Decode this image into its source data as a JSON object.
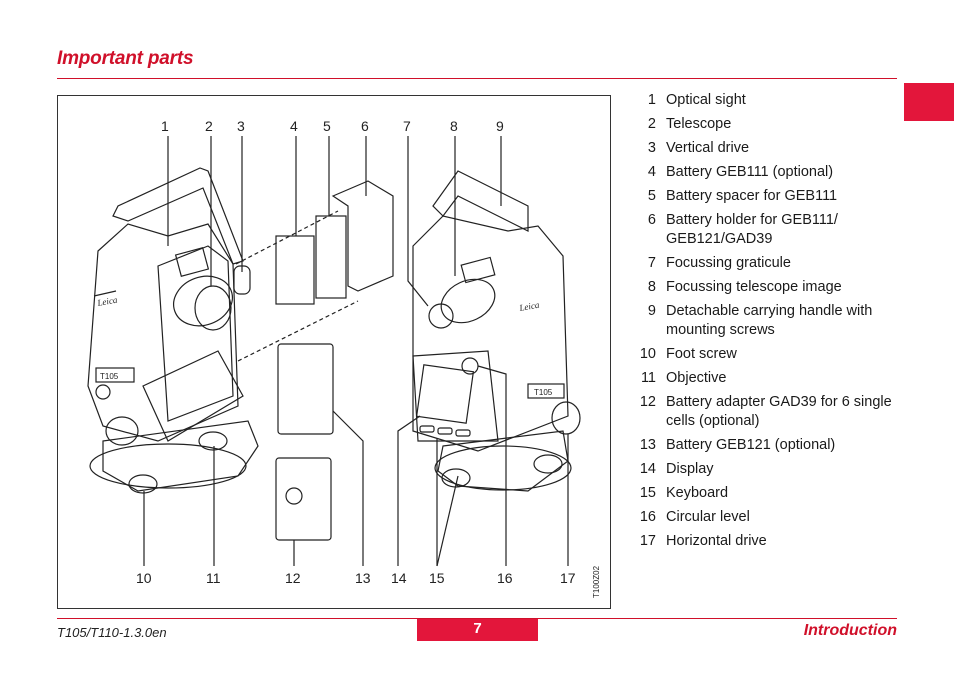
{
  "header": {
    "title": "Important parts"
  },
  "figure": {
    "top_callouts": [
      "1",
      "2",
      "3",
      "4",
      "5",
      "6",
      "7",
      "8",
      "9"
    ],
    "bottom_callouts": [
      "10",
      "11",
      "12",
      "13",
      "14",
      "15",
      "16",
      "17"
    ],
    "code": "T100Z02",
    "brand": "Leica",
    "model": "T105"
  },
  "legend": [
    {
      "num": "1",
      "text": "Optical sight"
    },
    {
      "num": "2",
      "text": "Telescope"
    },
    {
      "num": "3",
      "text": "Vertical drive"
    },
    {
      "num": "4",
      "text": "Battery GEB111 (optional)"
    },
    {
      "num": "5",
      "text": "Battery spacer for GEB111"
    },
    {
      "num": "6",
      "text": "Battery holder for GEB111/ GEB121/GAD39"
    },
    {
      "num": "7",
      "text": "Focussing graticule"
    },
    {
      "num": "8",
      "text": "Focussing telescope image"
    },
    {
      "num": "9",
      "text": "Detachable carrying handle with mounting screws"
    },
    {
      "num": "10",
      "text": "Foot screw"
    },
    {
      "num": "11",
      "text": "Objective"
    },
    {
      "num": "12",
      "text": "Battery adapter GAD39 for 6 single cells (optional)"
    },
    {
      "num": "13",
      "text": "Battery GEB121 (optional)"
    },
    {
      "num": "14",
      "text": "Display"
    },
    {
      "num": "15",
      "text": "Keyboard"
    },
    {
      "num": "16",
      "text": "Circular level"
    },
    {
      "num": "17",
      "text": "Horizontal drive"
    }
  ],
  "footer": {
    "doc_id": "T105/T110-1.3.0en",
    "page": "7",
    "section": "Introduction"
  },
  "colors": {
    "accent": "#e3163b",
    "heading": "#d0102a"
  }
}
